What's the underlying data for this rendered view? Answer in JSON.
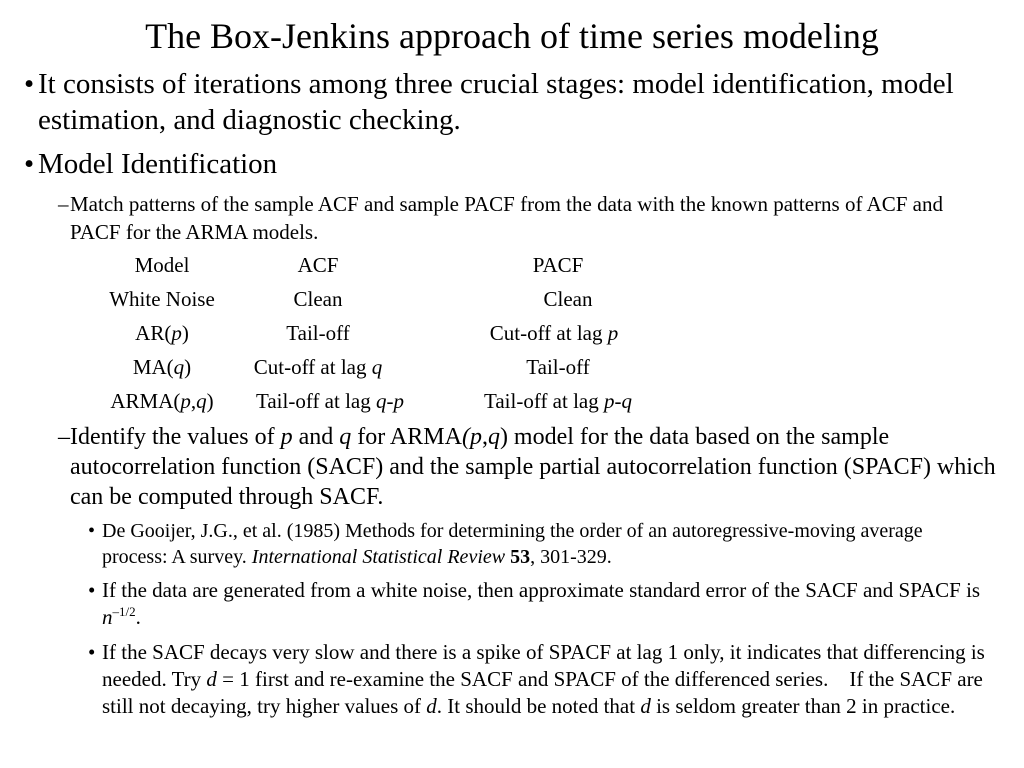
{
  "title": "The Box-Jenkins approach of time series modeling",
  "bullet_main": "•",
  "bullet_dash": "–",
  "bullet_sub": "•",
  "point1": "It consists of iterations among three crucial stages: model identification, model estimation, and diagnostic checking.",
  "point2": "Model Identification",
  "sub1": "Match patterns of the sample ACF and sample PACF from the data with the known patterns of ACF and PACF for the ARMA models.",
  "table": {
    "headers": [
      "Model",
      "ACF",
      "PACF"
    ],
    "rows": [
      {
        "model": "White Noise",
        "acf": "Clean",
        "pacf": "Clean"
      },
      {
        "model_a": "AR(",
        "model_var": "p",
        "model_b": ")",
        "acf": "Tail-off",
        "pacf_a": "Cut-off at lag ",
        "pacf_var": "p"
      },
      {
        "model_a": "MA(",
        "model_var": "q",
        "model_b": ")",
        "acf_a": "Cut-off at lag ",
        "acf_var": "q",
        "pacf": "Tail-off"
      },
      {
        "model_a": "ARMA(",
        "model_var": "p",
        "model_comma": ",",
        "model_var2": "q",
        "model_b": ")",
        "acf_a": "Tail-off at lag ",
        "acf_var": "q-p",
        "pacf_a": "Tail-off at lag ",
        "pacf_var": "p-q"
      }
    ]
  },
  "sub2": {
    "a": "Identify the values of ",
    "p": "p",
    "b": " and ",
    "q": "q",
    "c": " for ARMA",
    "d": "(",
    "p2": "p",
    "e": ",",
    "q2": "q",
    "f": ") model for the data based on the sample autocorrelation function (SACF) and the sample partial autocorrelation function (SPACF) which can be computed through SACF."
  },
  "ref": {
    "a": "De Gooijer, J.G., et al. (1985) Methods for determining the order of an autoregressive-moving average process: A survey. ",
    "journal": "International Statistical Review",
    "sp": " ",
    "vol": "53",
    "pages": ", 301-329."
  },
  "se_note": {
    "a": "If the data are generated from a white noise, then approximate standard error of the SACF and SPACF is ",
    "n": "n",
    "exp": "–1/2",
    "end": "."
  },
  "diff_note": {
    "a": "If the SACF decays very slow and there is a spike of SPACF at lag 1 only, it indicates that differencing is needed. Try ",
    "d1": "d",
    "b": " = 1 first and re-examine the SACF and SPACF of the differenced series.    If the SACF are still not decaying, try higher values of ",
    "d2": "d",
    "c": ". It should be noted that ",
    "d3": "d",
    "e": " is seldom greater than 2 in practice."
  }
}
